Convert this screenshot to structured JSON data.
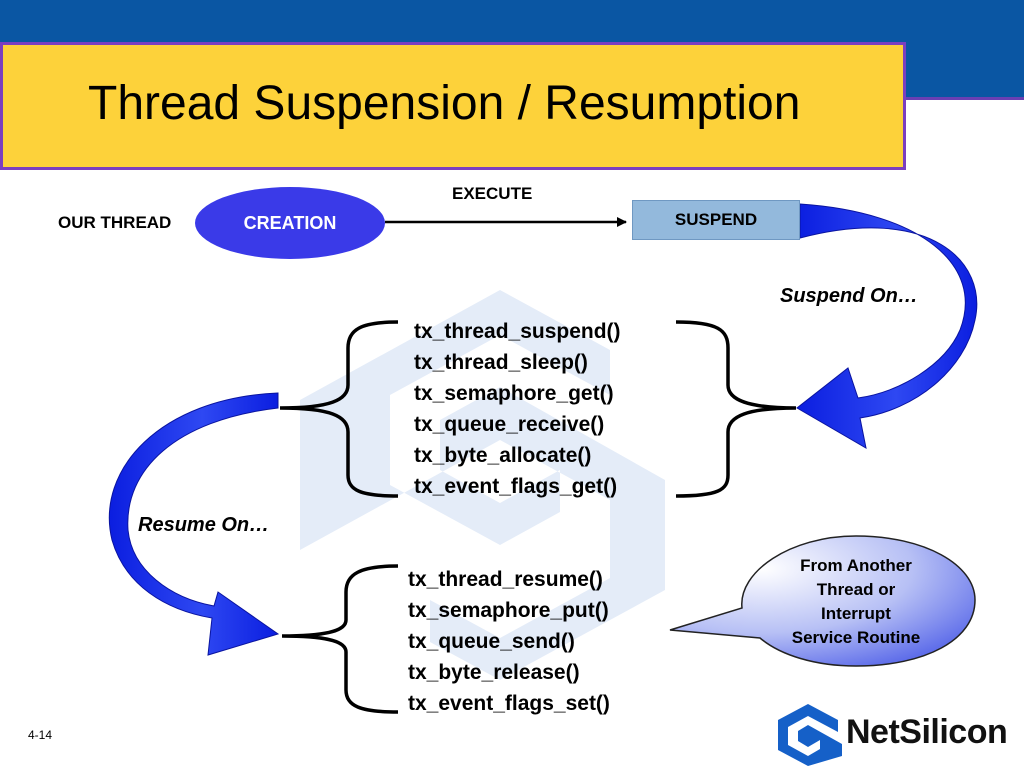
{
  "slide": {
    "title": "Thread Suspension / Resumption",
    "page_number": "4-14"
  },
  "diagram": {
    "our_thread_label": "OUR THREAD",
    "creation_label": "CREATION",
    "execute_label": "EXECUTE",
    "suspend_label": "SUSPEND",
    "suspend_on_label": "Suspend On…",
    "resume_on_label": "Resume On…",
    "suspend_functions": [
      "tx_thread_suspend()",
      "tx_thread_sleep()",
      "tx_semaphore_get()",
      "tx_queue_receive()",
      "tx_byte_allocate()",
      "tx_event_flags_get()"
    ],
    "resume_functions": [
      "tx_thread_resume()",
      "tx_semaphore_put()",
      "tx_queue_send()",
      "tx_byte_release()",
      "tx_event_flags_set()"
    ],
    "callout_lines": [
      "From Another",
      "Thread or",
      "Interrupt",
      "Service Routine"
    ]
  },
  "logo": {
    "text": "NetSilicon"
  },
  "colors": {
    "top_band": "#0a56a3",
    "title_box": "#fdd23a",
    "creation_ellipse": "#3a3ae8",
    "suspend_box": "#93b9dc",
    "arrow_blue": "#0b1ee0",
    "watermark": "#e4ecf8"
  }
}
